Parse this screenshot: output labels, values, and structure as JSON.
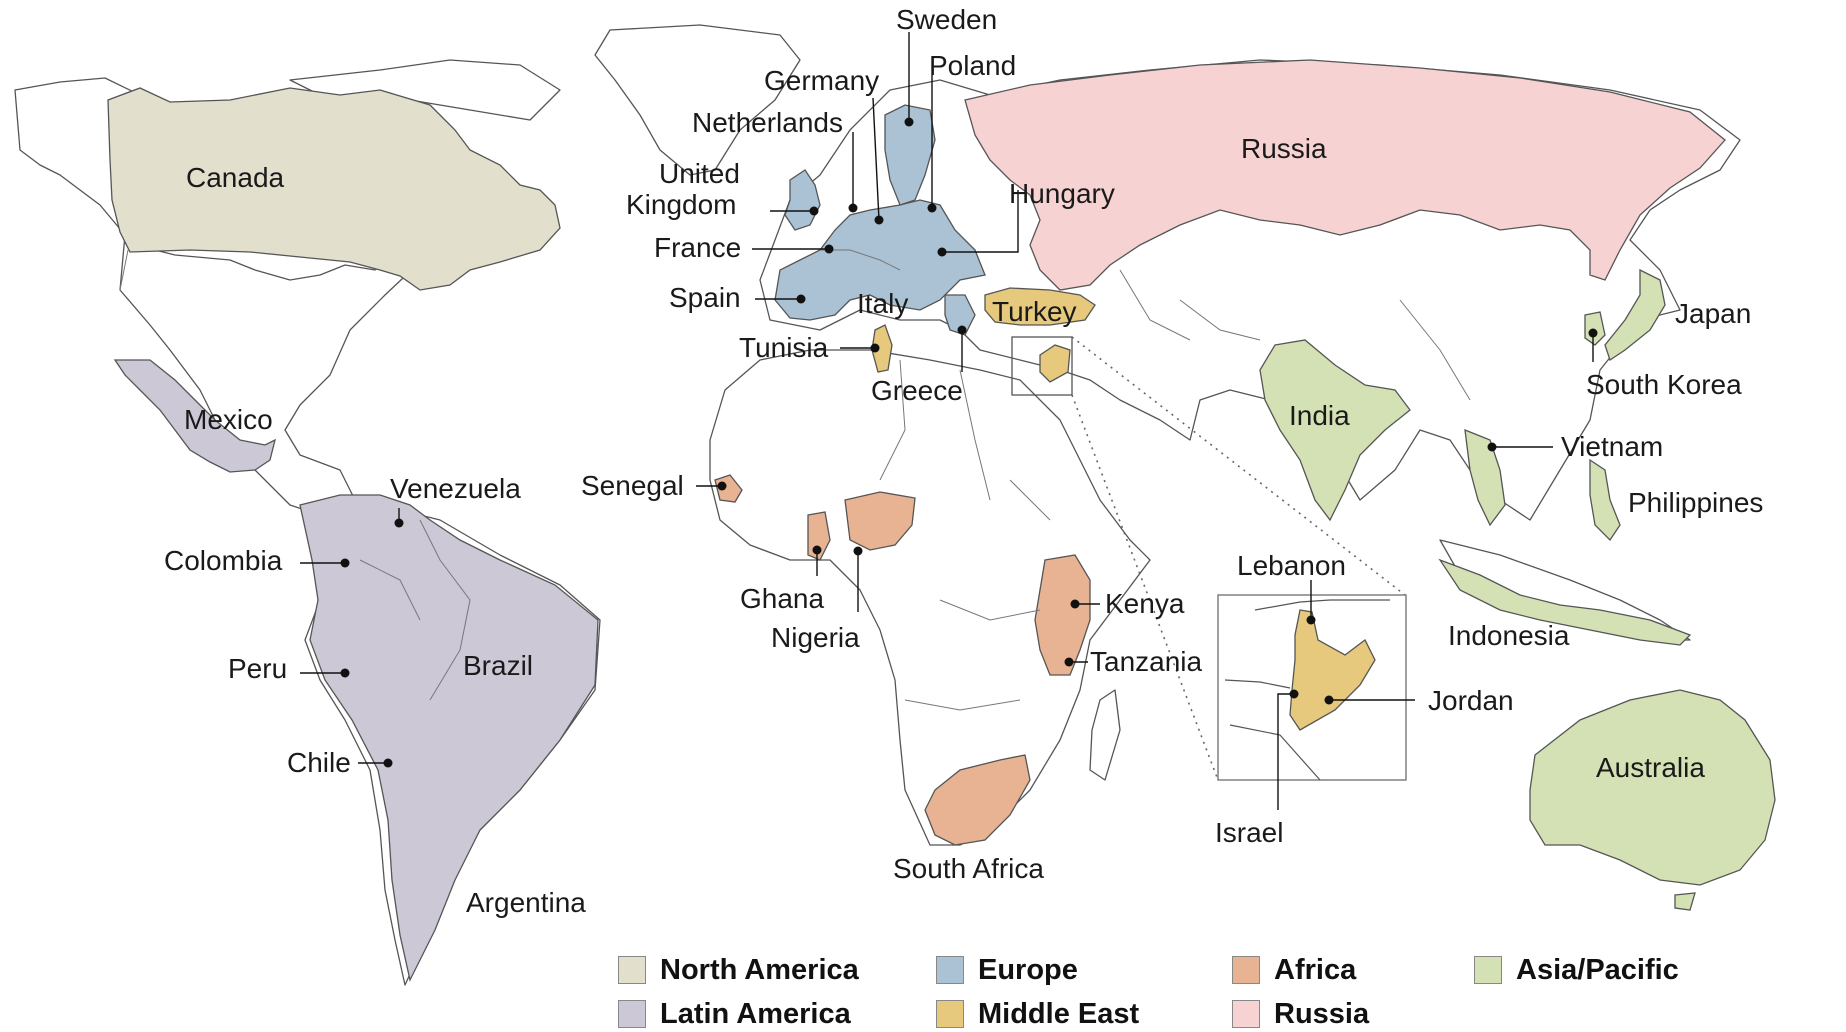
{
  "regions": {
    "north_america": {
      "label": "North America",
      "color": "#e2dfcd"
    },
    "latin_america": {
      "label": "Latin America",
      "color": "#cdc8d6"
    },
    "europe": {
      "label": "Europe",
      "color": "#aac2d3"
    },
    "middle_east": {
      "label": "Middle East",
      "color": "#e6c97c"
    },
    "africa": {
      "label": "Africa",
      "color": "#e8b393"
    },
    "russia": {
      "label": "Russia",
      "color": "#f6d2d2"
    },
    "asia_pacific": {
      "label": "Asia/Pacific",
      "color": "#d4e1b4"
    }
  },
  "countries": {
    "canada": "Canada",
    "mexico": "Mexico",
    "venezuela": "Venezuela",
    "colombia": "Colombia",
    "peru": "Peru",
    "brazil": "Brazil",
    "chile": "Chile",
    "argentina": "Argentina",
    "sweden": "Sweden",
    "poland": "Poland",
    "germany": "Germany",
    "netherlands": "Netherlands",
    "uk_line1": "United",
    "uk_line2": "Kingdom",
    "france": "France",
    "spain": "Spain",
    "italy": "Italy",
    "hungary": "Hungary",
    "greece": "Greece",
    "russia": "Russia",
    "turkey": "Turkey",
    "tunisia": "Tunisia",
    "lebanon": "Lebanon",
    "jordan": "Jordan",
    "israel": "Israel",
    "senegal": "Senegal",
    "ghana": "Ghana",
    "nigeria": "Nigeria",
    "kenya": "Kenya",
    "tanzania": "Tanzania",
    "south_africa": "South Africa",
    "india": "India",
    "japan": "Japan",
    "south_korea": "South Korea",
    "vietnam": "Vietnam",
    "philippines": "Philippines",
    "indonesia": "Indonesia",
    "australia": "Australia"
  }
}
